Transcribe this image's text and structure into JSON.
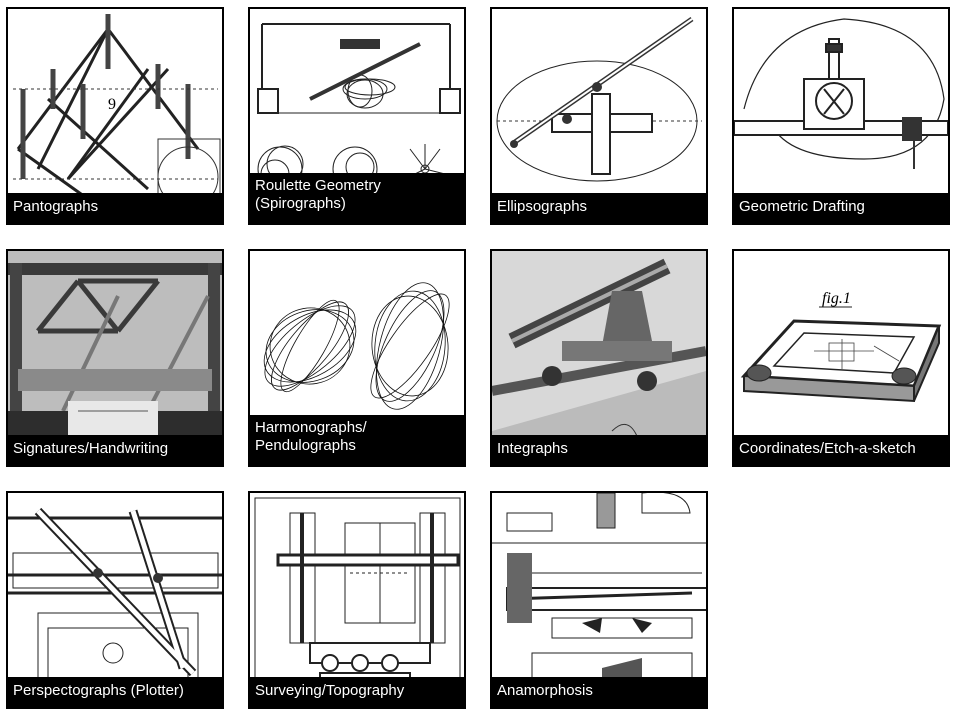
{
  "gallery": {
    "tiles": [
      {
        "label": "Pantographs",
        "icon": "pantograph-drawing"
      },
      {
        "label": "Roulette Geometry (Spirographs)",
        "line1": "Roulette Geometry",
        "line2": "(Spirographs)",
        "icon": "spirograph-drawing"
      },
      {
        "label": "Ellipsographs",
        "icon": "ellipsograph-drawing"
      },
      {
        "label": "Geometric Drafting",
        "icon": "geometric-drafting-drawing"
      },
      {
        "label": "Signatures/Handwriting",
        "icon": "handwriting-machine-photo"
      },
      {
        "label": "Harmonographs/ Pendulographs",
        "line1": "Harmonographs/",
        "line2": "Pendulographs",
        "icon": "harmonograph-drawing"
      },
      {
        "label": "Integraphs",
        "icon": "integraph-drawing"
      },
      {
        "label": "Coordinates/Etch-a-sketch",
        "icon": "etch-a-sketch-drawing"
      },
      {
        "label": "Perspectographs (Plotter)",
        "icon": "perspectograph-drawing"
      },
      {
        "label": "Surveying/Topography",
        "icon": "surveying-drawing"
      },
      {
        "label": "Anamorphosis",
        "icon": "anamorphosis-drawing"
      }
    ],
    "fig_label": "fig.1"
  }
}
